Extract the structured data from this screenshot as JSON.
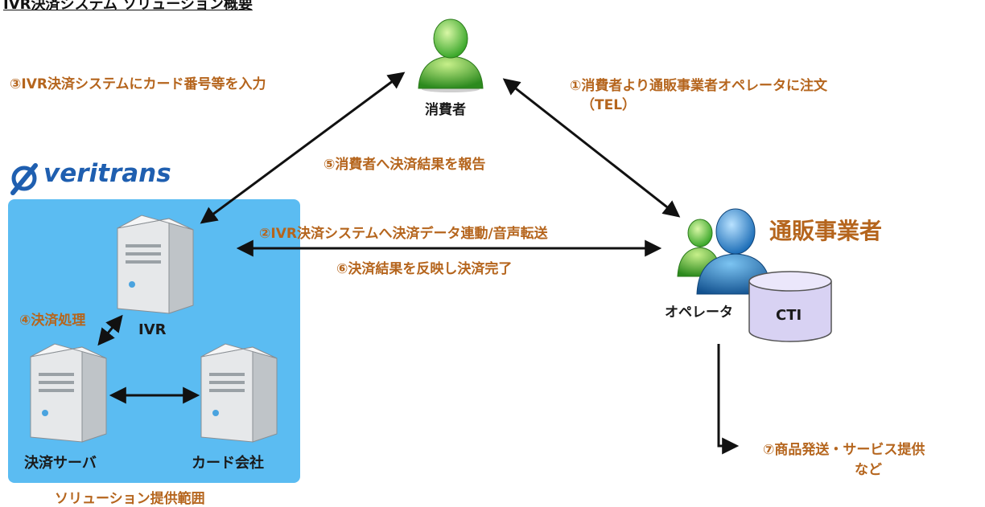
{
  "colors": {
    "accent": "#b5651d",
    "panel": "#5bbcf2",
    "brand": "#1f5fb0",
    "arrow": "#111111"
  },
  "header": {
    "text": "IVR決済システム ソリューション概要"
  },
  "brand": {
    "name": "veritrans"
  },
  "nodes": {
    "consumer": "消費者",
    "merchant": "通販事業者",
    "operator": "オペレータ",
    "cti": "CTI",
    "ivr": "IVR",
    "payment_server": "決済サーバ",
    "card_company": "カード会社",
    "solution_scope": "ソリューション提供範囲"
  },
  "steps": {
    "s1_line1": "①消費者より通販事業者オペレータに注文",
    "s1_line2": "（TEL）",
    "s2": "②IVR決済システムへ決済データ連動/音声転送",
    "s3": "③IVR決済システムにカード番号等を入力",
    "s4": "④決済処理",
    "s5": "⑤消費者へ決済結果を報告",
    "s6": "⑥決済結果を反映し決済完了",
    "s7_line1": "⑦商品発送・サービス提供",
    "s7_line2": "など"
  }
}
